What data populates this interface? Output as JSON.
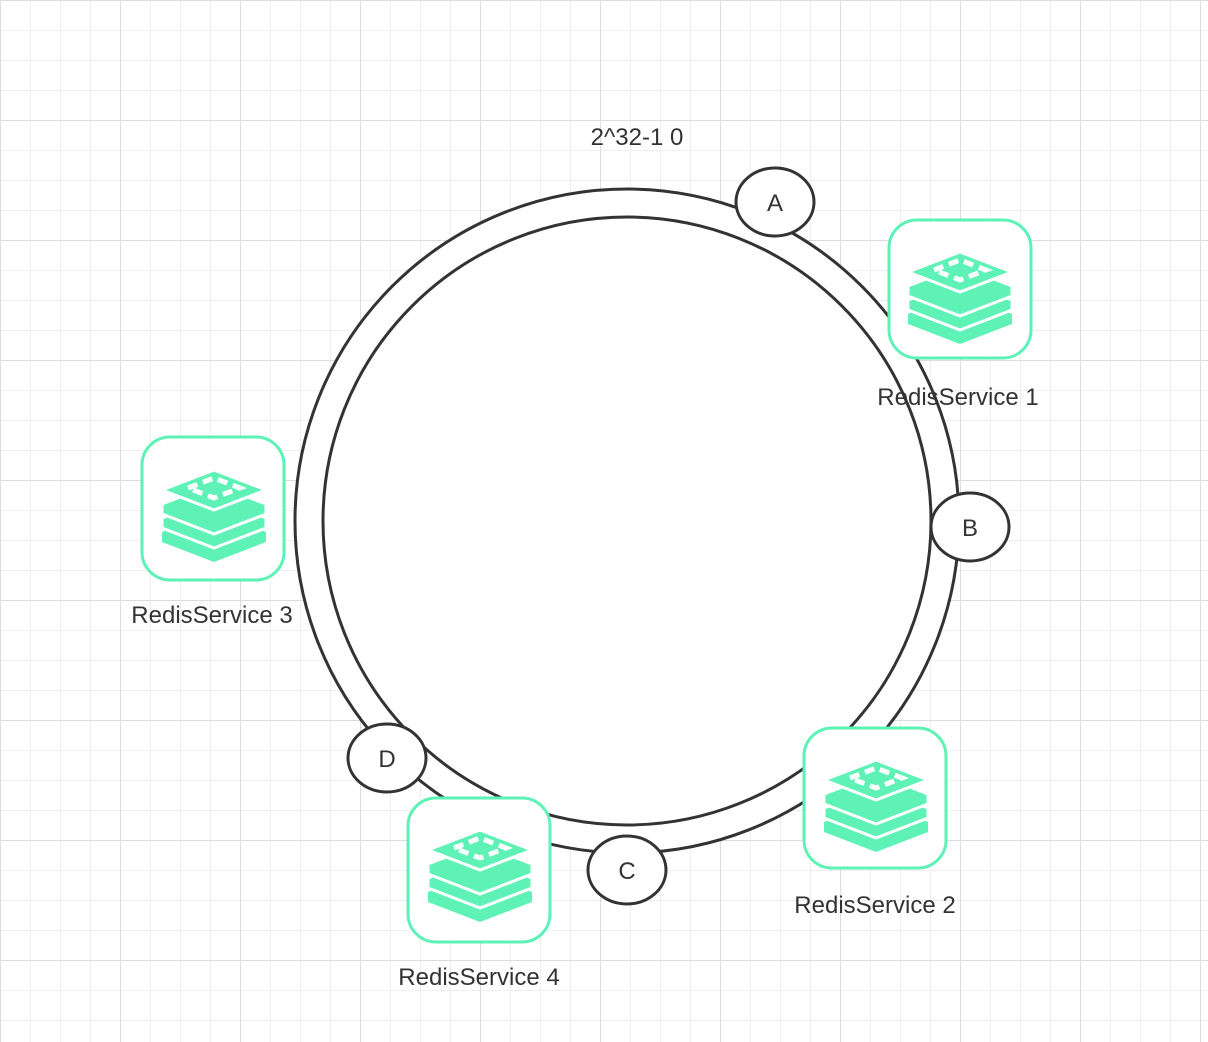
{
  "diagram": {
    "ring_label": "2^32-1 0",
    "colors": {
      "ring_stroke": "#333333",
      "node_stroke": "#333333",
      "redis_accent": "#5ef2b6",
      "text": "#333333"
    },
    "hash_nodes": [
      {
        "id": "A",
        "label": "A"
      },
      {
        "id": "B",
        "label": "B"
      },
      {
        "id": "C",
        "label": "C"
      },
      {
        "id": "D",
        "label": "D"
      }
    ],
    "redis_services": [
      {
        "id": "rs1",
        "label": "RedisService 1",
        "icon": "redis-stack-icon"
      },
      {
        "id": "rs2",
        "label": "RedisService 2",
        "icon": "redis-stack-icon"
      },
      {
        "id": "rs3",
        "label": "RedisService 3",
        "icon": "redis-stack-icon"
      },
      {
        "id": "rs4",
        "label": "RedisService 4",
        "icon": "redis-stack-icon"
      }
    ]
  }
}
